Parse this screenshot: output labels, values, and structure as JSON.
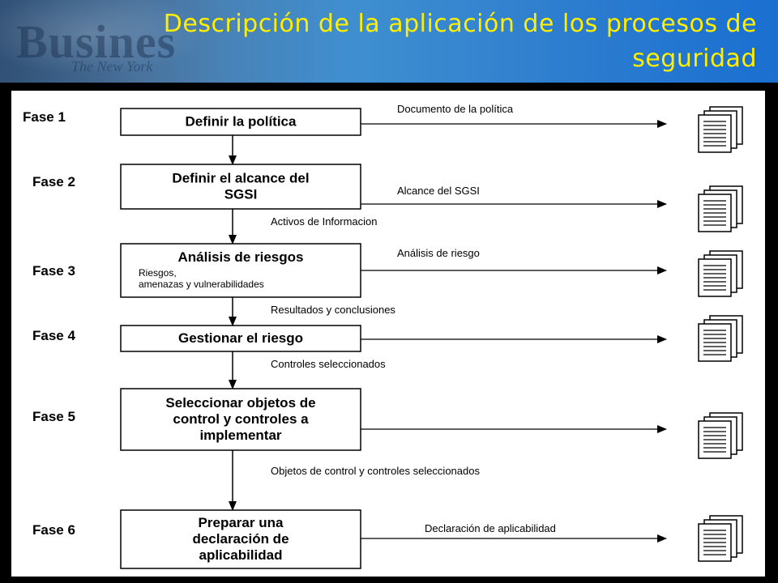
{
  "slide": {
    "title_line1": "Descripción de la aplicación de los procesos de",
    "title_line2": "seguridad"
  },
  "phases": [
    {
      "label": "Fase 1",
      "box_lines": [
        "Definir la política"
      ],
      "sub_lines": [],
      "output": "Documento de la política",
      "next": "",
      "icon": "documents-icon"
    },
    {
      "label": "Fase 2",
      "box_lines": [
        "Definir el alcance del",
        "SGSI"
      ],
      "sub_lines": [],
      "output": "Alcance del SGSI",
      "next": "Activos de Informacion",
      "icon": "documents-icon"
    },
    {
      "label": "Fase 3",
      "box_lines": [
        "Análisis de riesgos"
      ],
      "sub_lines": [
        "Riesgos,",
        "amenazas y vulnerabilidades"
      ],
      "output": "Análisis de riesgo",
      "next": "Resultados y conclusiones",
      "icon": "documents-icon"
    },
    {
      "label": "Fase 4",
      "box_lines": [
        "Gestionar el riesgo"
      ],
      "sub_lines": [],
      "output": "",
      "next": "Controles seleccionados",
      "icon": "documents-icon"
    },
    {
      "label": "Fase 5",
      "box_lines": [
        "Seleccionar objetos de",
        "control y controles a",
        "implementar"
      ],
      "sub_lines": [],
      "output": "",
      "next": "Objetos de control y controles seleccionados",
      "icon": "documents-icon"
    },
    {
      "label": "Fase 6",
      "box_lines": [
        "Preparar una",
        "declaración de",
        "aplicabilidad"
      ],
      "sub_lines": [],
      "output": "Declaración de aplicabilidad",
      "next": "",
      "icon": "documents-icon"
    }
  ]
}
